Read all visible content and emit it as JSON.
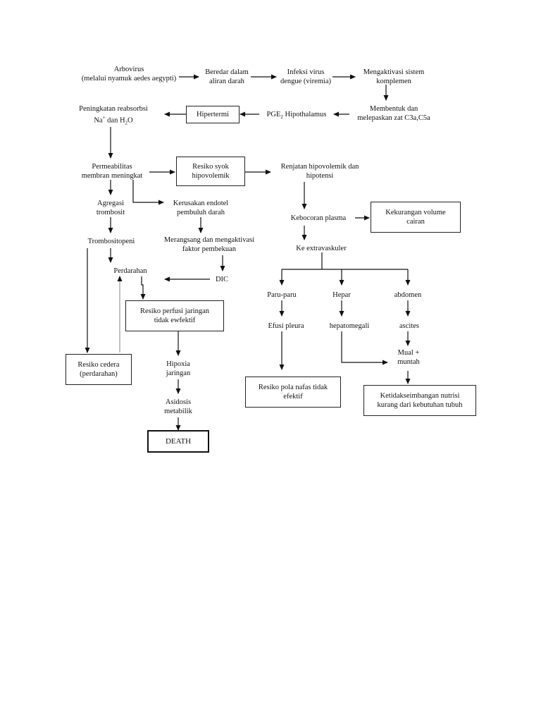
{
  "nodes": {
    "arbovirus": {
      "line1": "Arbovirus",
      "line2": "(melalui nyamuk aedes aegypti)"
    },
    "beredar": {
      "line1": "Beredar dalam",
      "line2": "aliran darah"
    },
    "infeksi": {
      "line1": "Infeksi virus",
      "line2": "dengue (viremia)"
    },
    "mengaktivasi": {
      "line1": "Mengaktivasi sistem",
      "line2": "komplemen"
    },
    "membentuk": {
      "line1": "Membentuk dan",
      "line2": "melepaskan zat C3a,C5a"
    },
    "pge2": {
      "prefix": "PGE",
      "sub": "2",
      "suffix": " Hipothalamus"
    },
    "hipertermi": "Hipertermi",
    "peningkatan": {
      "line1": "Peningkatan reabsorbsi",
      "na": "Na",
      "plus": "+",
      "mid": " dan H",
      "sub2": "2",
      "o": "O"
    },
    "permeabilitas": {
      "line1": "Permeabilitas",
      "line2": "membran meningkat"
    },
    "resiko_syok": {
      "line1": "Resiko syok",
      "line2": "hipovolemik"
    },
    "renjatan": {
      "line1": "Renjatan hipovolemik dan",
      "line2": "hipotensi"
    },
    "agregasi": {
      "line1": "Agregasi",
      "line2": "trombosit"
    },
    "kerusakan": {
      "line1": "Kerusakan endotel",
      "line2": "pembuluh darah"
    },
    "kebocoran": "Kebocoran plasma",
    "kekurangan": {
      "line1": "Kekurangan volume",
      "line2": "cairan"
    },
    "trombositopeni": "Trombositopeni",
    "merangsang": {
      "line1": "Merangsang dan mengaktivasi",
      "line2": "faktor pembekuan"
    },
    "ke_extra": "Ke extravaskuler",
    "perdarahan": "Perdarahan",
    "dic": "DIC",
    "paru": "Paru-paru",
    "hepar": "Hepar",
    "abdomen": "abdomen",
    "resiko_perfusi": {
      "line1": "Resiko perfusi jaringan",
      "line2": "tidak ewfektif"
    },
    "efusi": "Efusi pleura",
    "hepatomegali": "hepatomegali",
    "ascites": "ascites",
    "mual": {
      "line1": "Mual +",
      "line2": "muntah"
    },
    "resiko_cedera": {
      "line1": "Resiko cedera",
      "line2": "(perdarahan)"
    },
    "hipoxia": {
      "line1": "Hipoxia",
      "line2": "jaringan"
    },
    "resiko_pola": {
      "line1": "Resiko pola nafas tidak",
      "line2": "efektif"
    },
    "ketidak": {
      "line1": "Ketidakseimbangan nutrisi",
      "line2": "kurang dari kebutuhan tubuh"
    },
    "asidosis": {
      "line1": "Asidosis",
      "line2": "metabilik"
    },
    "death": "DEATH"
  }
}
